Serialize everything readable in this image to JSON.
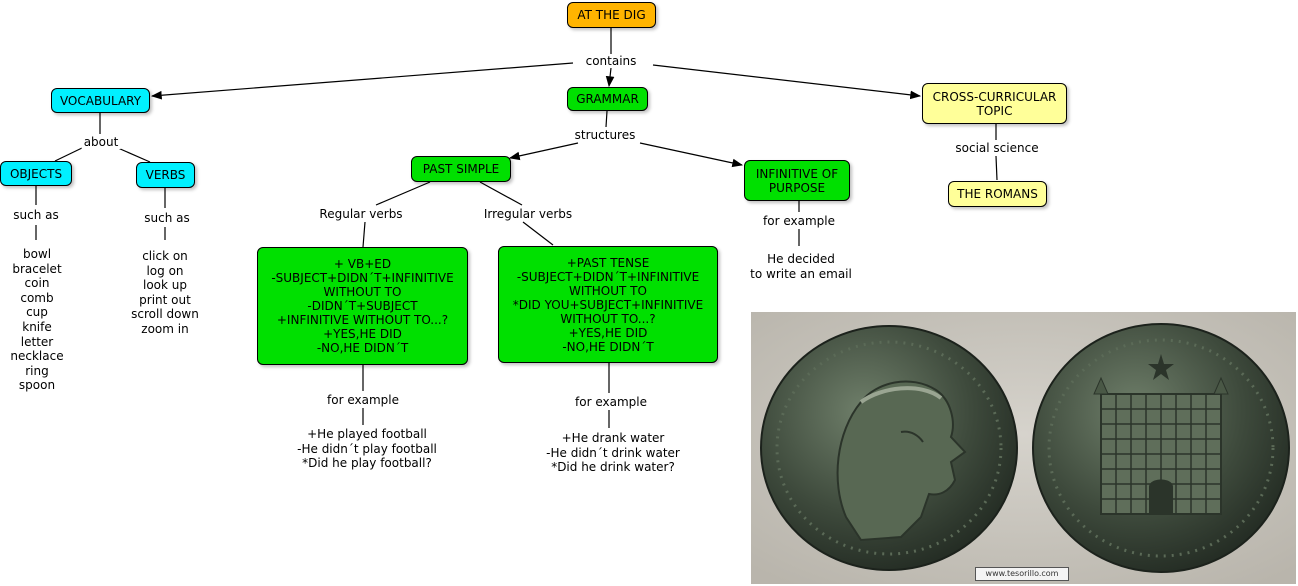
{
  "nodes": {
    "root": "AT THE DIG",
    "vocabulary": "VOCABULARY",
    "grammar": "GRAMMAR",
    "cross_curricular": [
      "CROSS-CURRICULAR",
      "TOPIC"
    ],
    "objects": "OBJECTS",
    "verbs": "VERBS",
    "past_simple": "PAST SIMPLE",
    "infinitive_of_purpose": [
      "INFINITIVE OF",
      "PURPOSE"
    ],
    "the_romans": "THE ROMANS"
  },
  "link_labels": {
    "contains": "contains",
    "about": "about",
    "structures": "structures",
    "social_science": "social science",
    "objects_such_as": "such as",
    "verbs_such_as": "such as",
    "regular_verbs": "Regular verbs",
    "irregular_verbs": "Irregular verbs",
    "regular_for_example": "for example",
    "irregular_for_example": "for example",
    "infinitive_for_example": "for example"
  },
  "objects_list": [
    "bowl",
    "bracelet",
    "coin",
    "comb",
    "cup",
    "knife",
    "letter",
    "necklace",
    "ring",
    "spoon"
  ],
  "verbs_list": [
    "click on",
    "log on",
    "look up",
    "print out",
    "scroll down",
    "zoom in"
  ],
  "regular_rules": [
    "+ VB+ED",
    "-SUBJECT+DIDN´T+INFINITIVE",
    "WITHOUT TO",
    "-DIDN´T+SUBJECT",
    "+INFINITIVE WITHOUT TO...?",
    "+YES,HE DID",
    "-NO,HE DIDN´T"
  ],
  "irregular_rules": [
    "+PAST TENSE",
    "-SUBJECT+DIDN´T+INFINITIVE",
    "WITHOUT TO",
    "*DID YOU+SUBJECT+INFINITIVE",
    "WITHOUT TO...?",
    "+YES,HE DID",
    "-NO,HE DIDN´T"
  ],
  "regular_examples": [
    "+He played football",
    "-He didn´t play football",
    "*Did he play football?"
  ],
  "irregular_examples": [
    "+He drank water",
    "-He didn´t drink water",
    "*Did he drink water?"
  ],
  "infinitive_example": [
    "He decided",
    "to write an email"
  ],
  "image": {
    "watermark": "www.tesorillo.com"
  },
  "colors": {
    "root": "#ffb400",
    "vocabulary": "#00f0ff",
    "grammar": "#00e000",
    "topic": "#ffff99"
  }
}
